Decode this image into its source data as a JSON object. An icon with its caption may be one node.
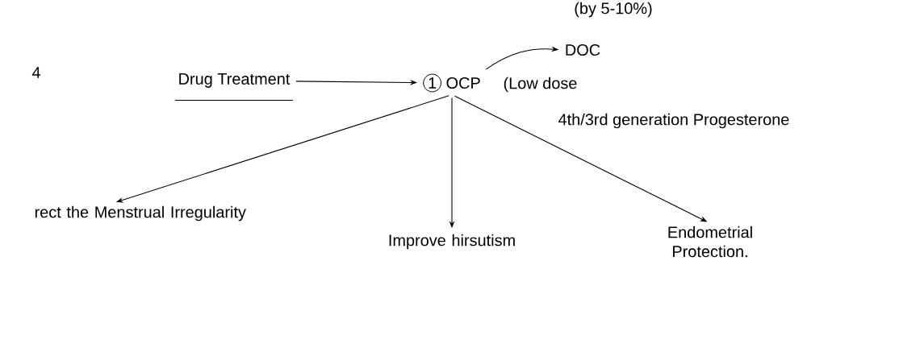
{
  "diagram": {
    "nodes": [
      {
        "text": [
          "Drug Treatment"
        ]
      },
      {
        "text": [
          "1",
          "OCP"
        ],
        "beside": [
          "(Low dose",
          "4th/3rd generation Progesterone"
        ]
      },
      {
        "text": [
          "DOC"
        ]
      },
      {
        "text": [
          "rect the Menstrual Irregularity"
        ]
      },
      {
        "text": [
          "Improve hirsutism"
        ]
      },
      {
        "text": [
          "Endometrial Protection."
        ]
      }
    ],
    "edges": [
      {
        "from": 0,
        "to": 1,
        "arrow": "to"
      },
      {
        "from": 1,
        "to": 2,
        "arrow": "to"
      },
      {
        "from": 1,
        "to": 3,
        "arrow": "to"
      },
      {
        "from": 1,
        "to": 4,
        "arrow": "to"
      },
      {
        "from": 1,
        "to": 5,
        "arrow": "to"
      }
    ],
    "labels": [
      "(by 5-10%)",
      "4"
    ]
  }
}
